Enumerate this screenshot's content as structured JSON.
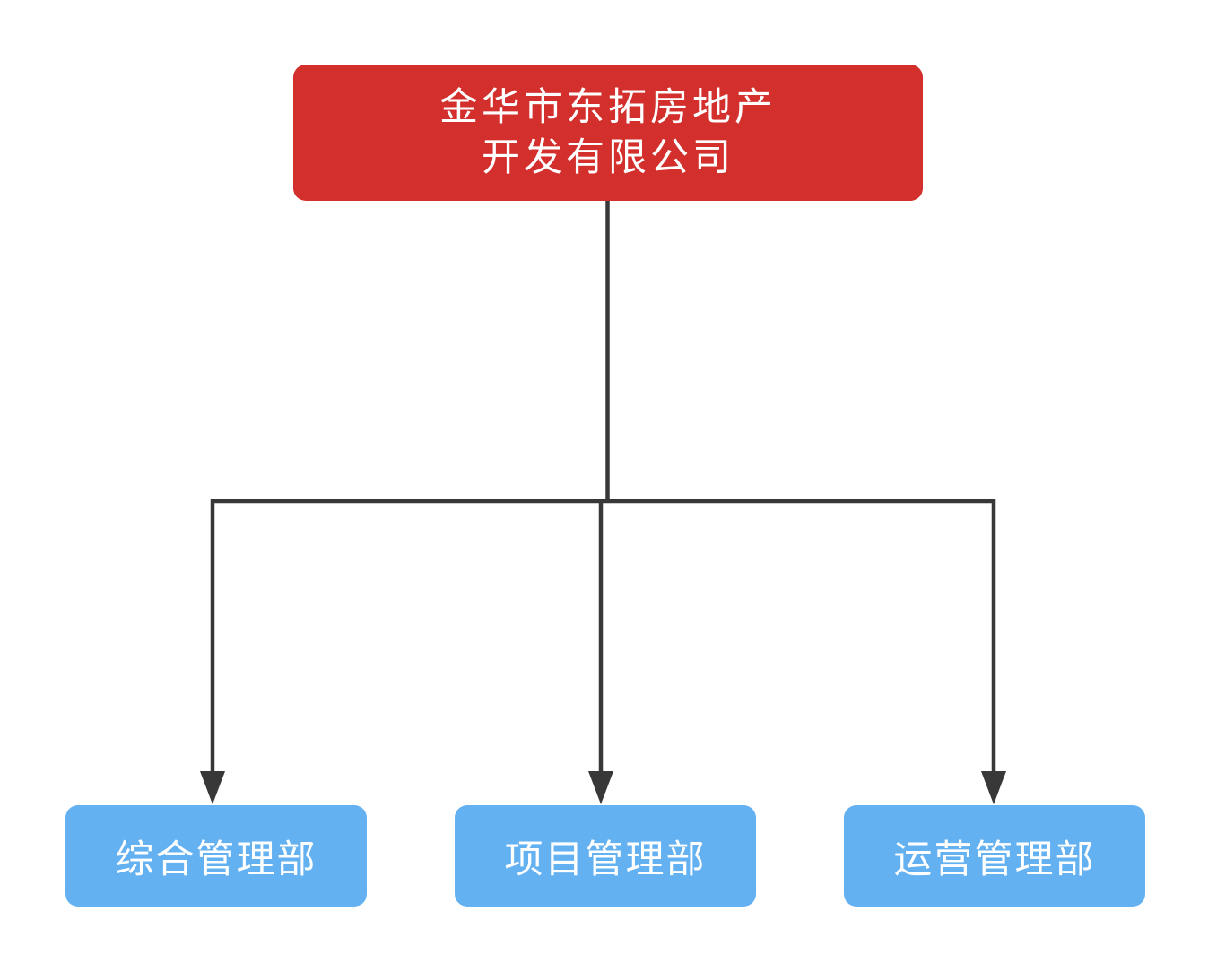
{
  "page": {
    "background": "#ffffff"
  },
  "org_chart": {
    "type": "organization-tree",
    "root": {
      "label_line1": "金华市东拓房地产",
      "label_line2": "开发有限公司",
      "fill": "#d3302d"
    },
    "departments": [
      {
        "label": "综合管理部"
      },
      {
        "label": "项目管理部"
      },
      {
        "label": "运营管理部"
      }
    ],
    "department_fill": "#64b1f2",
    "connector_color": "#383838",
    "text_color": "#ffffff"
  }
}
